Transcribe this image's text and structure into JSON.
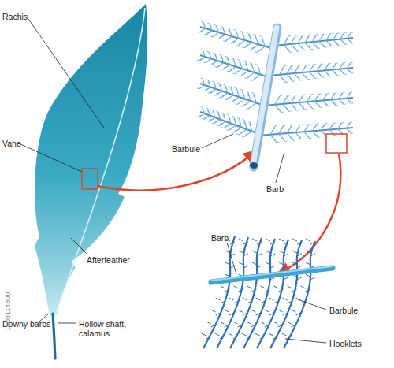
{
  "diagram": {
    "labels": [
      "Rachis",
      "Vane",
      "Barbule",
      "Barb",
      "Afterfeather",
      "Barb",
      "Downy barbs",
      "Hollow shaft, calamus",
      "Barbule",
      "Hooklets",
      "1608114800"
    ]
  }
}
